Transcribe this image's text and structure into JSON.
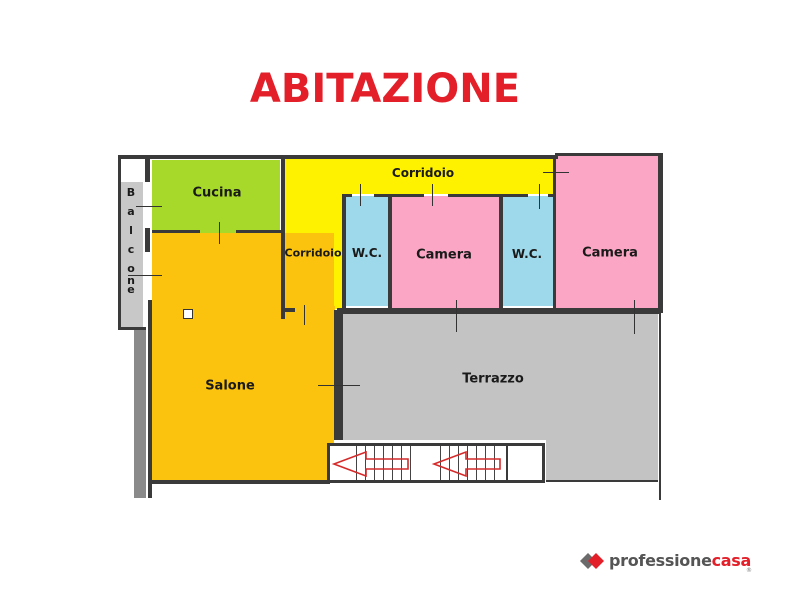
{
  "title": "ABITAZIONE",
  "colors": {
    "title": "#e3202a",
    "cucina": "#a7d92a",
    "corridoio": "#fff200",
    "wc": "#9dd9ea",
    "camera": "#fba6c4",
    "salone": "#fbc30e",
    "terrazzo": "#c3c3c3",
    "balcone": "#c8c8c8",
    "wall": "#3a3a3a",
    "logo_gray": "#555555",
    "logo_red": "#e3202a"
  },
  "rooms": {
    "balcone": {
      "label": "Balcone",
      "letters": [
        "B",
        "a",
        "l",
        "c",
        "o",
        "n",
        "e"
      ]
    },
    "cucina": {
      "label": "Cucina"
    },
    "corridoio_top": {
      "label": "Corridoio"
    },
    "corridoio_left": {
      "label": "Corridoio"
    },
    "wc_1": {
      "label": "W.C."
    },
    "camera_1": {
      "label": "Camera"
    },
    "wc_2": {
      "label": "W.C."
    },
    "camera_2": {
      "label": "Camera"
    },
    "salone": {
      "label": "Salone"
    },
    "terrazzo": {
      "label": "Terrazzo"
    }
  },
  "logo": {
    "brand_part1": "professione",
    "brand_part2": "casa",
    "registered": "®"
  }
}
